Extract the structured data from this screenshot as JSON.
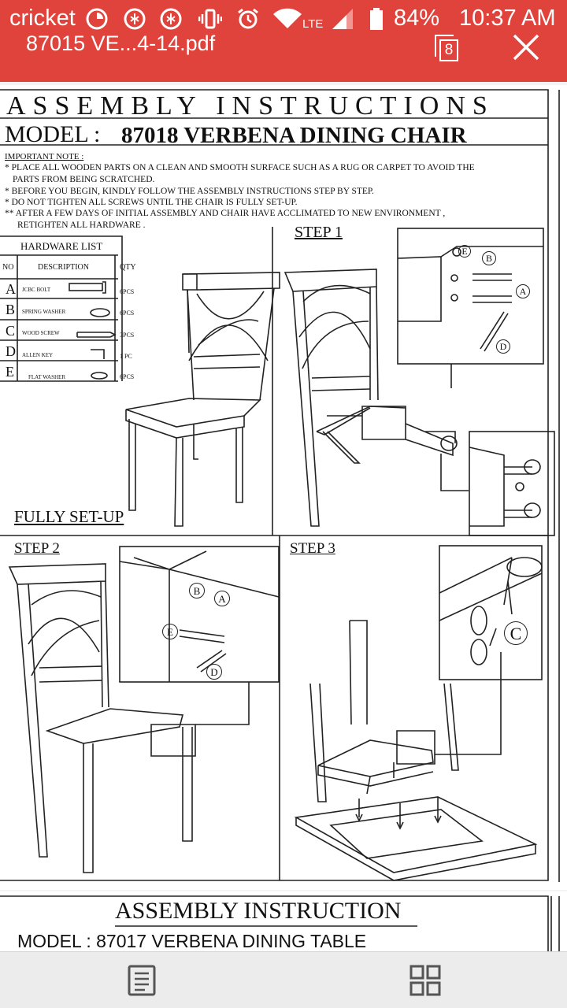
{
  "status_bar": {
    "carrier": "cricket",
    "network": "LTE",
    "battery_percent": "84%",
    "time": "10:37 AM"
  },
  "app_bar": {
    "document_title": "87015 VE...4-14.pdf",
    "page_count": "8"
  },
  "page1": {
    "heading": "ASSEMBLY INSTRUCTIONS",
    "model_label": "MODEL :",
    "model_name": "87018 VERBENA DINING CHAIR",
    "note_title": "IMPORTANT NOTE :",
    "notes": [
      "* PLACE ALL WOODEN PARTS ON A CLEAN AND SMOOTH SURFACE SUCH AS A RUG OR CARPET TO AVOID THE",
      "PARTS FROM BEING SCRATCHED.",
      "* BEFORE YOU BEGIN, KINDLY FOLLOW THE ASSEMBLY INSTRUCTIONS STEP BY STEP.",
      "* DO NOT TIGHTEN ALL SCREWS UNTIL THE CHAIR IS FULLY SET-UP.",
      "** AFTER A FEW DAYS OF INITIAL ASSEMBLY AND CHAIR HAVE ACCLIMATED TO NEW ENVIRONMENT ,",
      "RETIGHTEN ALL HARDWARE ."
    ],
    "hardware": {
      "title": "HARDWARE LIST",
      "col_no": "NO",
      "col_description": "DESCRIPTION",
      "col_qty": "QTY",
      "rows": [
        {
          "no": "A",
          "desc": "JCBC BOLT",
          "qty": "6PCS"
        },
        {
          "no": "B",
          "desc": "SPRING WASHER",
          "qty": "6PCS"
        },
        {
          "no": "C",
          "desc": "WOOD SCREW",
          "qty": "3PCS"
        },
        {
          "no": "D",
          "desc": "ALLEN KEY",
          "qty": "1 PC"
        },
        {
          "no": "E",
          "desc": "FLAT WASHER",
          "qty": "6PCS"
        }
      ]
    },
    "fully_setup": "FULLY SET-UP",
    "step1": "STEP 1",
    "step2": "STEP 2",
    "step3": "STEP 3",
    "callouts": {
      "a": "A",
      "b": "B",
      "c": "C",
      "d": "D",
      "e": "E"
    }
  },
  "page2": {
    "heading": "ASSEMBLY INSTRUCTION",
    "model_line": "MODEL : 87017 VERBENA DINING TABLE"
  },
  "icons": {
    "carrier_badge": "circle-dot-icon",
    "notifications": "notification-icon",
    "vibrate": "vibrate-icon",
    "alarm": "alarm-icon",
    "wifi": "wifi-icon",
    "signal": "signal-icon",
    "battery": "battery-icon",
    "pages": "pages-icon",
    "close": "close-icon",
    "outline": "outline-icon",
    "grid": "grid-view-icon"
  },
  "colors": {
    "accent": "#e0433b",
    "bottom_bar": "#ececec",
    "ink": "#111111"
  }
}
